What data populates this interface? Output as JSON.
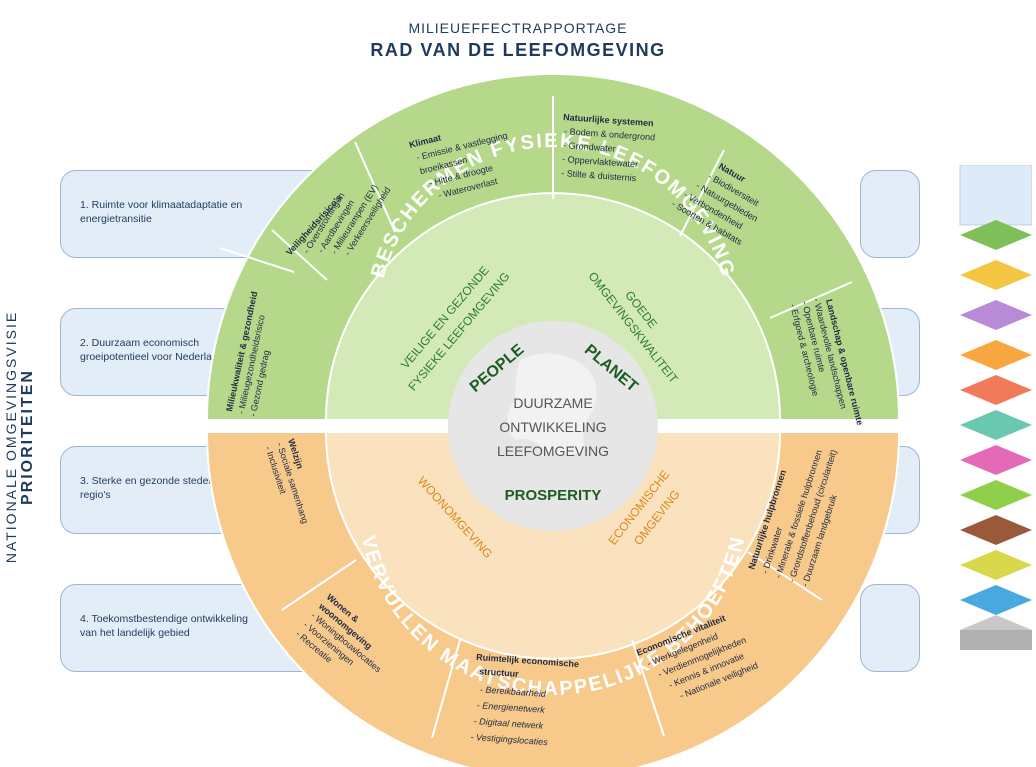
{
  "header": {
    "subtitle": "MILIEUEFFECTRAPPORTAGE",
    "title": "RAD VAN DE LEEFOMGEVING"
  },
  "side": {
    "line1": "NATIONALE OMGEVINGSVISIE",
    "line2": "PRIORITEITEN"
  },
  "priorities": [
    {
      "text": "1.  Ruimte voor klimaatadaptatie en energietransitie"
    },
    {
      "text": "2.  Duurzaam economisch groeipotentieel voor Nederland"
    },
    {
      "text": "3.  Sterke en gezonde steden en regio's"
    },
    {
      "text": "4.  Toekomstbestendige ontwikkeling van het landelijk gebied"
    }
  ],
  "center": {
    "people": "PEOPLE",
    "planet": "PLANET",
    "prosperity": "PROSPERITY",
    "line1": "DUURZAME",
    "line2": "ONTWIKKELING",
    "line3": "LEEFOMGEVING"
  },
  "top_half": {
    "arc_title": "BESCHERMEN FYSIEKE LEEFOMGEVING",
    "left_inner_1": "VEILIGE EN GEZONDE",
    "left_inner_2": "FYSIEKE LEEFOMGEVING",
    "right_inner_1": "GOEDE",
    "right_inner_2": "OMGEVINGSKWALITEIT",
    "color_outer": "#b5d88a",
    "color_inner": "#d4e9b8"
  },
  "bottom_half": {
    "arc_title": "VERVULLEN MAATSCHAPPELIJKE BEHOEFTEN",
    "left_inner": "WOONOMGEVING",
    "right_inner_1": "ECONOMISCHE",
    "right_inner_2": "OMGEVING",
    "color_outer": "#f7c98a",
    "color_inner": "#fbe2bf"
  },
  "segments_top": [
    {
      "title": "Milieukwaliteit & gezondheid",
      "items": [
        "- Milieugezondheidsrisico",
        "- Gezond gedrag"
      ]
    },
    {
      "title": "Veiligheidsrisico's",
      "items": [
        "- Overstromingen",
        "- Aardbevingen",
        "- Milieurampen (EV)",
        "- Verkeersveiligheid"
      ]
    },
    {
      "title": "Klimaat",
      "items": [
        "- Emissie & vastlegging",
        "broeikassen",
        "- Hitte & droogte",
        "- Wateroverlast"
      ]
    },
    {
      "title": "Natuurlijke systemen",
      "items": [
        "- Bodem & ondergrond",
        "- Grondwater",
        "- Oppervlaktewater",
        "- Stilte & duisternis"
      ]
    },
    {
      "title": "Natuur",
      "items": [
        "- Biodiversiteit",
        "- Natuurgebieden",
        "- Verbondenheid",
        "- Soorten & habitats"
      ]
    },
    {
      "title": "Landschap & openbare ruimte",
      "items": [
        "- Waardevolle landschappen",
        "- Openbare ruimte",
        "- Erfgoed & archeologie"
      ]
    }
  ],
  "segments_bottom": [
    {
      "title": "Welzijn",
      "items": [
        "- Sociale samenhang",
        "- Inclusiviteit"
      ]
    },
    {
      "title": "Wonen &",
      "title2": "woonomgeving",
      "items": [
        "- Woningbouwlocaties",
        "- Voorzieningen",
        "- Recreatie"
      ]
    },
    {
      "title": "Ruimtelijk economische",
      "title2": "structuur",
      "items": [
        "- Bereikbaarheid",
        "- Energienetwerk",
        "- Digitaal netwerk",
        "- Vestigingslocaties"
      ]
    },
    {
      "title": "Economische vitaliteit",
      "items": [
        "- Werkgelegenheid",
        "- Verdienmogelijkheden",
        "- Kennis & innovatie",
        "- Nationale veiligheid"
      ]
    },
    {
      "title": "Natuurlijke hulpbronnen",
      "items": [
        "- Drinkwater",
        "- Minerale & fossiele hulpbronnen",
        "- Grondstoffenbehoud (circulariteit)",
        "- Duurzaam landgebruik"
      ]
    }
  ],
  "colors": {
    "green_text": "#2e7d32",
    "dark_green": "#1b5e20",
    "orange_text": "#d98a1e",
    "navy": "#1f3a5c"
  }
}
